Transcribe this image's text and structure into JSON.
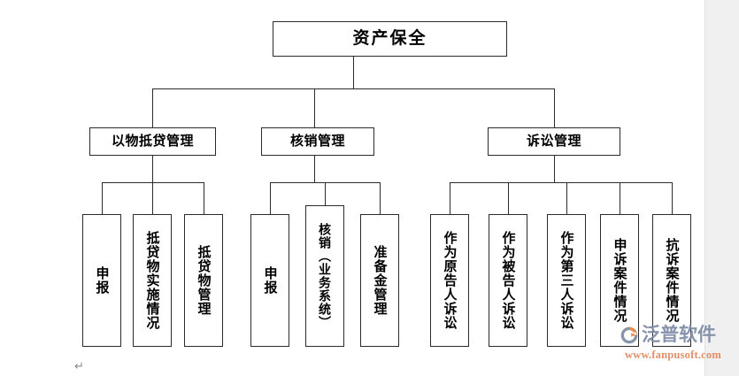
{
  "chart_data": {
    "type": "diagram",
    "diagram_kind": "organizational-tree",
    "title": "资产保全",
    "levels": 3,
    "orientation": "top-down",
    "nodes": {
      "root": {
        "label": "资产保全"
      },
      "level2": [
        {
          "id": "n1",
          "label": "以物抵贷管理"
        },
        {
          "id": "n2",
          "label": "核销管理"
        },
        {
          "id": "n3",
          "label": "诉讼管理"
        }
      ],
      "level3": [
        {
          "parent": "n1",
          "label": "申报"
        },
        {
          "parent": "n1",
          "label": "抵贷物实施情况"
        },
        {
          "parent": "n1",
          "label": "抵贷物管理"
        },
        {
          "parent": "n2",
          "label": "申报"
        },
        {
          "parent": "n2",
          "label": "核销（业务系统）"
        },
        {
          "parent": "n2",
          "label": "准备金管理"
        },
        {
          "parent": "n3",
          "label": "作为原告人诉讼"
        },
        {
          "parent": "n3",
          "label": "作为被告人诉讼"
        },
        {
          "parent": "n3",
          "label": "作为第三人诉讼"
        },
        {
          "parent": "n3",
          "label": "申诉案件情况"
        },
        {
          "parent": "n3",
          "label": "抗诉案件情况"
        }
      ]
    },
    "colors": {
      "box_border": "#2b2b2b",
      "box_fill": "#ffffff",
      "connector": "#2b2b2b",
      "text": "#000000",
      "page_margin": "#f0f0f0"
    }
  },
  "root": {
    "label": "资产保全"
  },
  "branches": [
    {
      "label": "以物抵贷管理"
    },
    {
      "label": "核销管理"
    },
    {
      "label": "诉讼管理"
    }
  ],
  "leaves_mortgage": [
    {
      "label": "申报"
    },
    {
      "label": "抵贷物实施情况"
    },
    {
      "label": "抵贷物管理"
    }
  ],
  "leaves_writeoff": [
    {
      "label": "申报"
    },
    {
      "label": "核销（业务系统）"
    },
    {
      "label": "准备金管理"
    }
  ],
  "leaves_litigation": [
    {
      "label": "作为原告人诉讼"
    },
    {
      "label": "作为被告人诉讼"
    },
    {
      "label": "作为第三人诉讼"
    },
    {
      "label": "申诉案件情况"
    },
    {
      "label": "抗诉案件情况"
    }
  ],
  "watermark": {
    "brand": "泛普软件",
    "url": "www.fanpusoft.com",
    "brand_color": "#7e8aa6",
    "url_color": "#e2855a"
  },
  "editor": {
    "paragraph_mark": "↵"
  }
}
